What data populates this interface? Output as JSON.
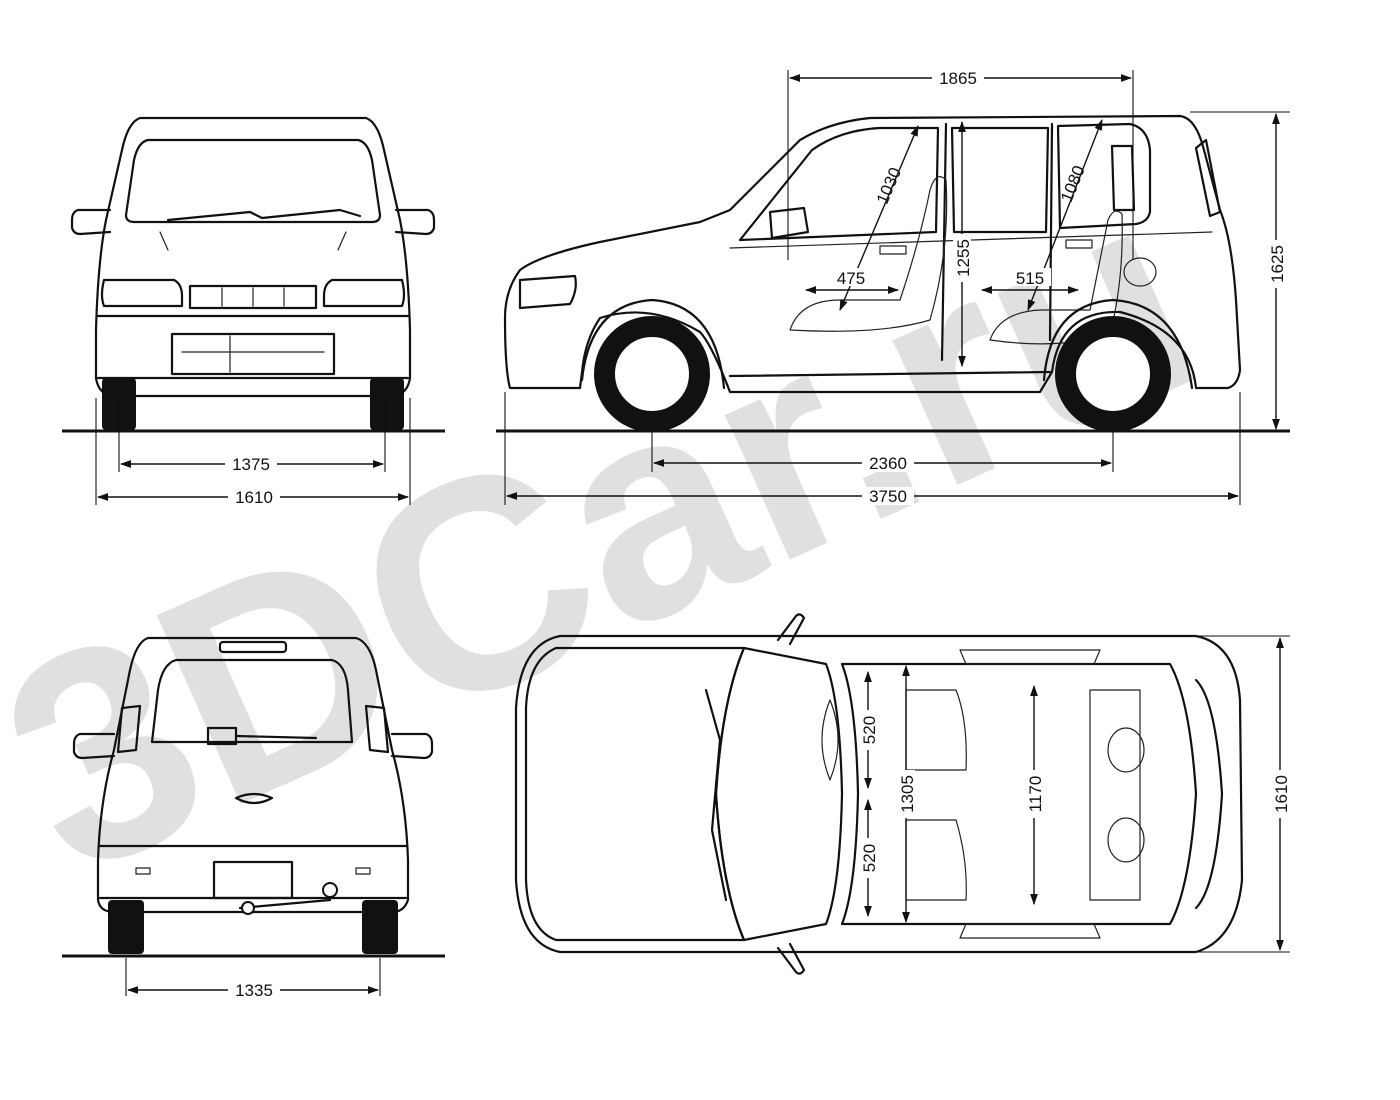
{
  "watermark": "3DCar.ru",
  "dimensions": {
    "front_track": "1375",
    "front_overall_width": "1610",
    "rear_track": "1335",
    "wheelbase": "2360",
    "overall_length": "3750",
    "overall_height": "1625",
    "roof_span": "1865",
    "front_headroom": "1030",
    "rear_headroom": "1080",
    "interior_height": "1255",
    "front_legroom": "475",
    "rear_legroom": "515",
    "seat_width_left": "520",
    "seat_width_right": "520",
    "front_shoulder_width": "1305",
    "rear_shoulder_width": "1170",
    "top_overall_width": "1610"
  }
}
